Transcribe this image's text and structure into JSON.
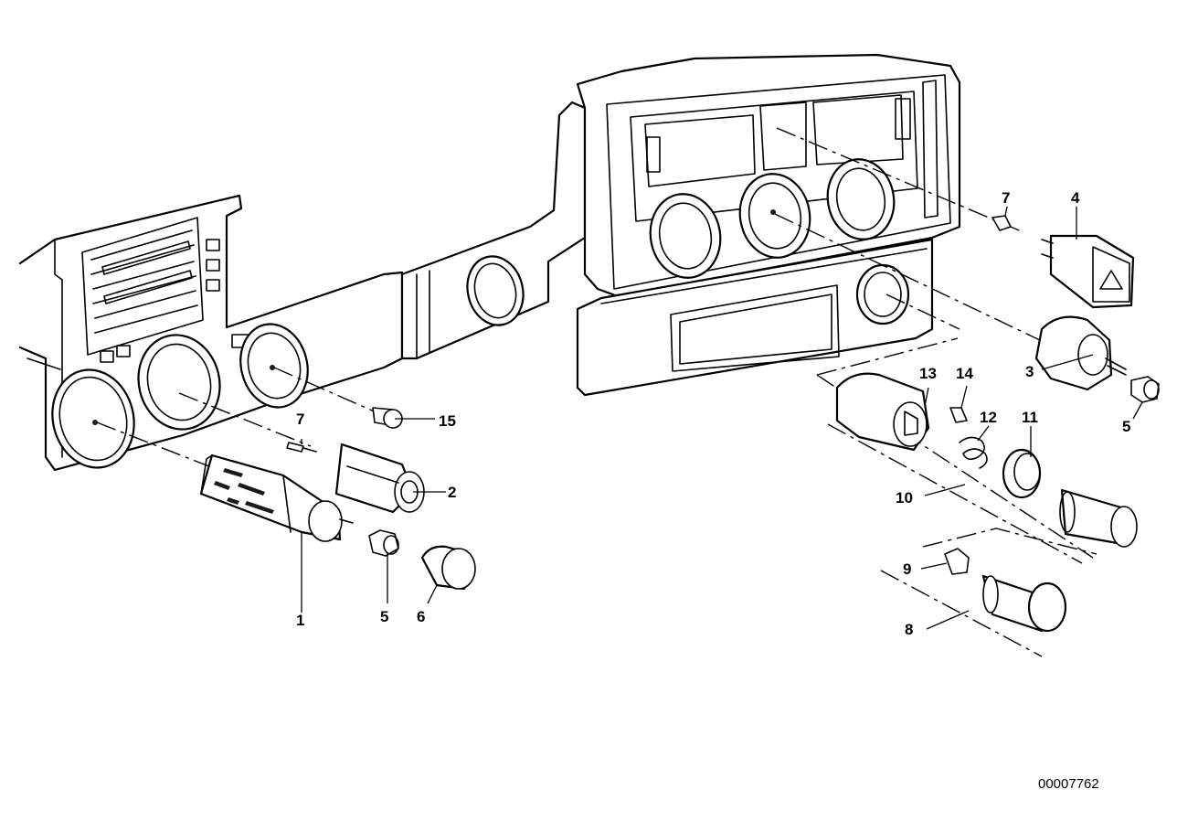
{
  "diagram": {
    "callouts": [
      {
        "id": "c1",
        "label": "1"
      },
      {
        "id": "c2",
        "label": "2"
      },
      {
        "id": "c3",
        "label": "3"
      },
      {
        "id": "c4",
        "label": "4"
      },
      {
        "id": "c5a",
        "label": "5"
      },
      {
        "id": "c5b",
        "label": "5"
      },
      {
        "id": "c6",
        "label": "6"
      },
      {
        "id": "c7a",
        "label": "7"
      },
      {
        "id": "c7b",
        "label": "7"
      },
      {
        "id": "c8",
        "label": "8"
      },
      {
        "id": "c9",
        "label": "9"
      },
      {
        "id": "c10",
        "label": "10"
      },
      {
        "id": "c11",
        "label": "11"
      },
      {
        "id": "c12",
        "label": "12"
      },
      {
        "id": "c13",
        "label": "13"
      },
      {
        "id": "c14",
        "label": "14"
      },
      {
        "id": "c15",
        "label": "15"
      }
    ],
    "document_number": "00007762"
  }
}
